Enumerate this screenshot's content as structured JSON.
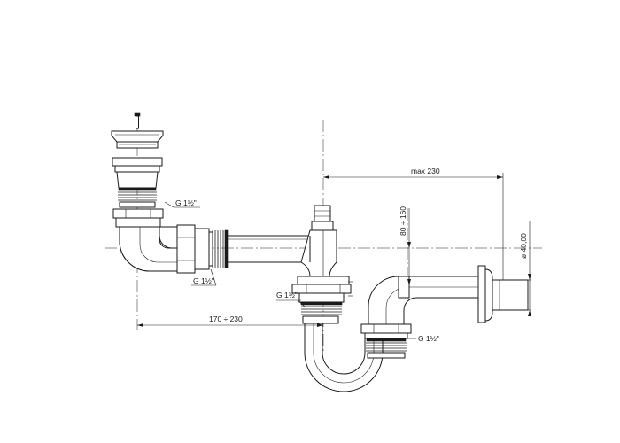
{
  "annotations": {
    "thread_top": "G 1½\"",
    "thread_mid": "G 1½\"",
    "thread_left": "G 1½\"",
    "thread_right": "G 1½\"",
    "dim_max": "max 230",
    "dim_range_h": "170 ÷ 230",
    "dim_range_v": "80 ÷ 160",
    "dim_diameter": "ø 40,00"
  }
}
